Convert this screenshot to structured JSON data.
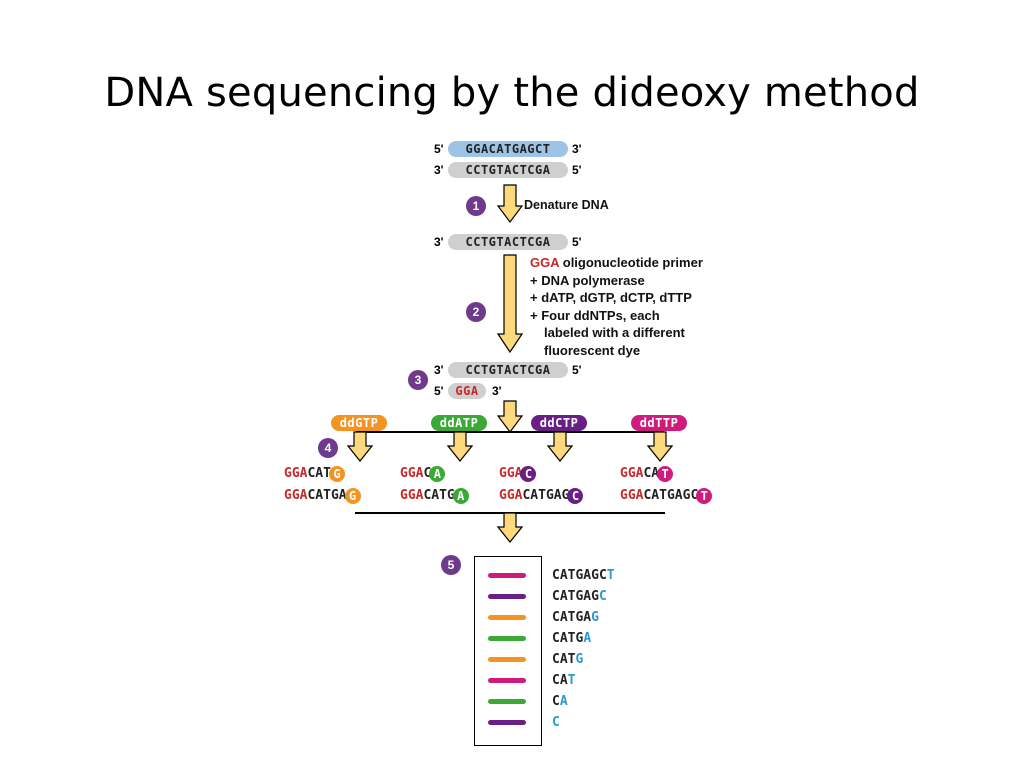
{
  "title": "DNA sequencing by the dideoxy method",
  "colors": {
    "ddGTP": "#f39322",
    "ddATP": "#3aa935",
    "ddCTP": "#6a1f84",
    "ddTTP": "#d01a7e",
    "step_circle": "#6e3a8c",
    "arrow_fill": "#fbd97c",
    "arrow_stroke": "#000000",
    "primer_text": "#c62828",
    "terminal_base_text": "#2a9bd0",
    "top_strand_fill": "#9dc3e6",
    "bottom_strand_fill": "#cfcfcf"
  },
  "ends": {
    "five": "5'",
    "three": "3'"
  },
  "template": {
    "top_strand": "GGACATGAGCT",
    "bottom_strand": "CCTGTACTCGA"
  },
  "steps": {
    "s1": "1",
    "s2": "2",
    "s3": "3",
    "s4": "4",
    "s5": "5"
  },
  "step1_label": "Denature DNA",
  "step2": {
    "primer": "GGA",
    "primer_rest": " oligonucleotide primer",
    "line2": "+ DNA polymerase",
    "line3": "+ dATP, dGTP, dCTP, dTTP",
    "line4": "+ Four ddNTPs, each",
    "line5": "labeled with a different",
    "line6": "fluorescent dye"
  },
  "step3": {
    "primer": "GGA"
  },
  "ddntps": {
    "g": "ddGTP",
    "a": "ddATP",
    "c": "ddCTP",
    "t": "ddTTP"
  },
  "fragments": {
    "g1": {
      "primer": "GGA",
      "body": "CAT",
      "term": "G"
    },
    "g2": {
      "primer": "GGA",
      "body": "CATGA",
      "term": "G"
    },
    "a1": {
      "primer": "GGA",
      "body": "C",
      "term": "A"
    },
    "a2": {
      "primer": "GGA",
      "body": "CATG",
      "term": "A"
    },
    "c1": {
      "primer": "GGA",
      "body": "",
      "term": "C"
    },
    "c2": {
      "primer": "GGA",
      "body": "CATGAG",
      "term": "C"
    },
    "t1": {
      "primer": "GGA",
      "body": "CA",
      "term": "T"
    },
    "t2": {
      "primer": "GGA",
      "body": "CATGAGC",
      "term": "T"
    }
  },
  "gel": {
    "b1": {
      "body": "CATGAGC",
      "term": "T",
      "dye": "ddTTP"
    },
    "b2": {
      "body": "CATGAG",
      "term": "C",
      "dye": "ddCTP"
    },
    "b3": {
      "body": "CATGA",
      "term": "G",
      "dye": "ddGTP"
    },
    "b4": {
      "body": "CATG",
      "term": "A",
      "dye": "ddATP"
    },
    "b5": {
      "body": "CAT",
      "term": "G",
      "dye": "ddGTP"
    },
    "b6": {
      "body": "CA",
      "term": "T",
      "dye": "ddTTP"
    },
    "b7": {
      "body": "C",
      "term": "A",
      "dye": "ddATP"
    },
    "b8": {
      "body": "",
      "term": "C",
      "dye": "ddCTP"
    }
  }
}
